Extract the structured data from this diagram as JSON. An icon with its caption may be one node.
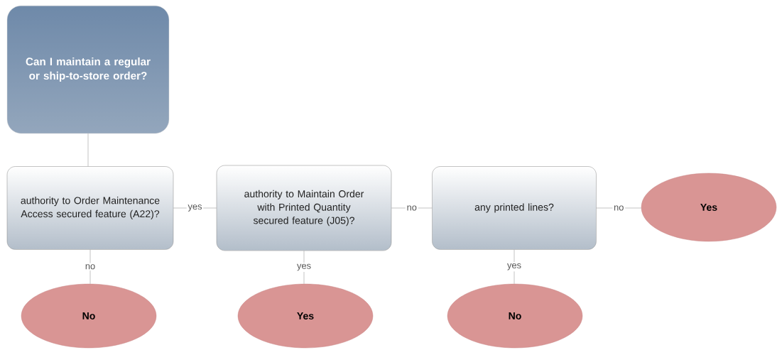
{
  "diagram": {
    "nodes": [
      {
        "text": [
          "Can I maintain a regular or ship-to-store order?"
        ]
      },
      {
        "text": [
          "authority to Order Maintenance Access secured feature (A22)?"
        ]
      },
      {
        "text": [
          "authority to Maintain Order with Printed Quantity secured feature (J05)?"
        ]
      },
      {
        "text": [
          "any printed lines?"
        ]
      },
      {
        "text": [
          "Yes"
        ]
      },
      {
        "text": [
          "No"
        ]
      },
      {
        "text": [
          "Yes"
        ]
      },
      {
        "text": [
          "No"
        ]
      }
    ],
    "edges": [
      {
        "from": 0,
        "to": 1,
        "arrow": "none"
      },
      {
        "from": 1,
        "to": 2,
        "arrow": "none",
        "label": "yes"
      },
      {
        "from": 2,
        "to": 3,
        "arrow": "none",
        "label": "no"
      },
      {
        "from": 3,
        "to": 4,
        "arrow": "none",
        "label": "no"
      },
      {
        "from": 1,
        "to": 5,
        "arrow": "none",
        "label": "no"
      },
      {
        "from": 2,
        "to": 6,
        "arrow": "none",
        "label": "yes"
      },
      {
        "from": 3,
        "to": 7,
        "arrow": "none",
        "label": "yes"
      }
    ]
  }
}
